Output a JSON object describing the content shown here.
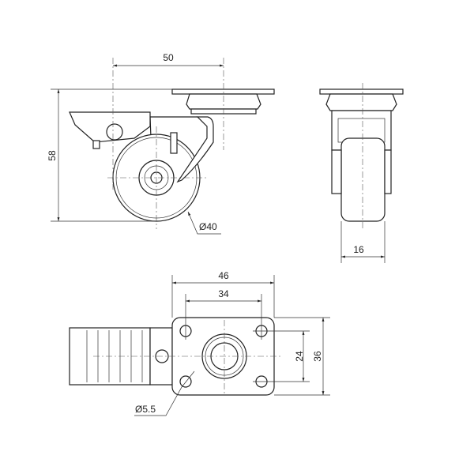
{
  "title": "Swivel caster with brake - dimension drawing",
  "dimensions": {
    "offset": "50",
    "height": "58",
    "wheel_diameter": "Ø40",
    "wheel_width": "16",
    "plate_length": "46",
    "hole_spacing_length": "34",
    "hole_spacing_width": "24",
    "plate_width": "36",
    "hole_diameter": "Ø5.5"
  },
  "colors": {
    "line": "#222222",
    "background": "#ffffff"
  }
}
